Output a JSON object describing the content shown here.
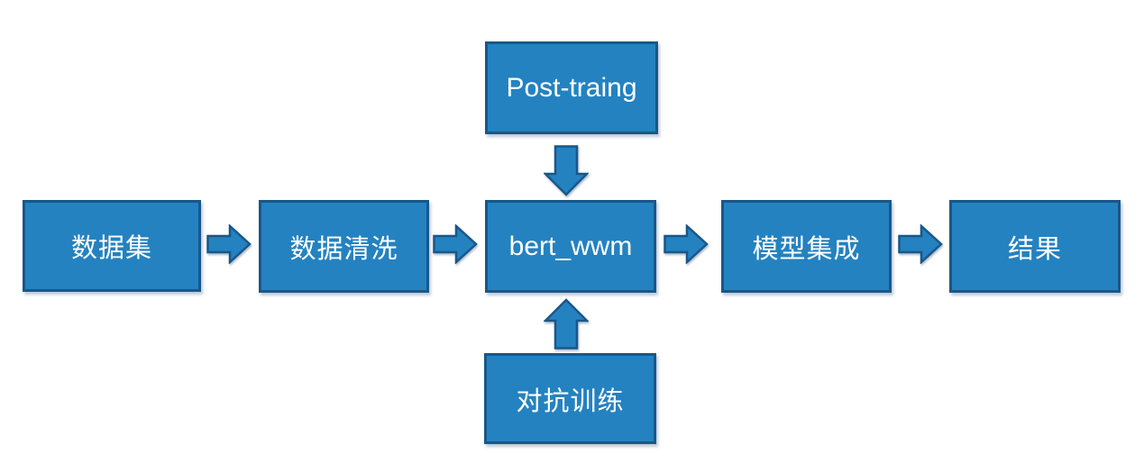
{
  "diagram": {
    "type": "flowchart",
    "nodes": {
      "post_training": {
        "label": "Post-traing"
      },
      "dataset": {
        "label": "数据集"
      },
      "data_cleaning": {
        "label": "数据清洗"
      },
      "bert_wwm": {
        "label": "bert_wwm"
      },
      "model_ensemble": {
        "label": "模型集成"
      },
      "result": {
        "label": "结果"
      },
      "adversarial_training": {
        "label": "对抗训练"
      }
    },
    "edges": [
      {
        "from": "dataset",
        "to": "data_cleaning",
        "direction": "right"
      },
      {
        "from": "data_cleaning",
        "to": "bert_wwm",
        "direction": "right"
      },
      {
        "from": "post_training",
        "to": "bert_wwm",
        "direction": "down"
      },
      {
        "from": "adversarial_training",
        "to": "bert_wwm",
        "direction": "up"
      },
      {
        "from": "bert_wwm",
        "to": "model_ensemble",
        "direction": "right"
      },
      {
        "from": "model_ensemble",
        "to": "result",
        "direction": "right"
      }
    ]
  },
  "colors": {
    "node_fill": "#2482c0",
    "node_border": "#19578a",
    "text": "#ffffff",
    "bg": "#ffffff"
  }
}
